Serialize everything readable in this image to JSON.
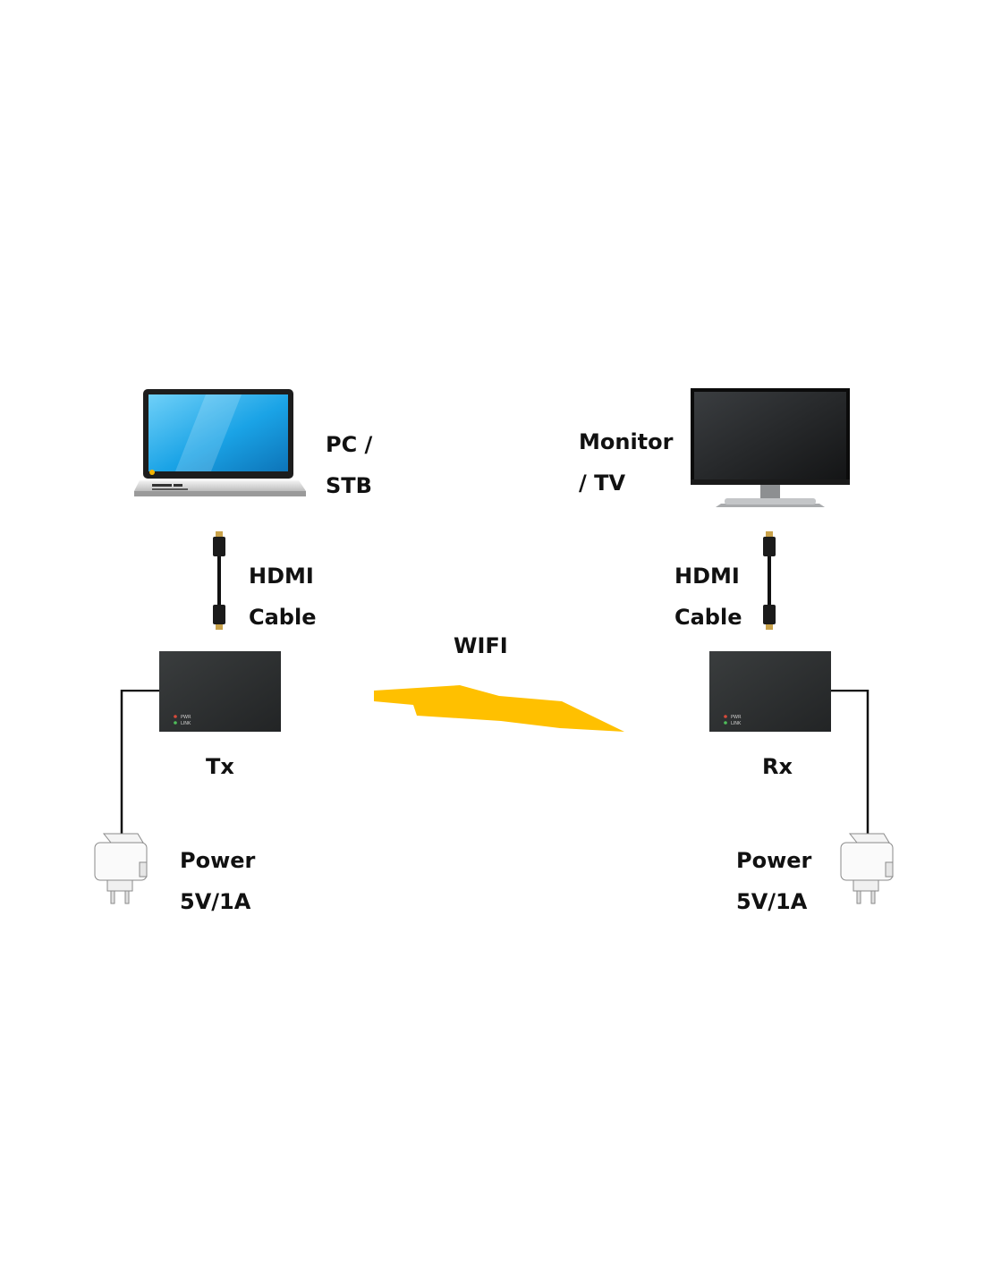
{
  "source": {
    "label_line1": "PC /",
    "label_line2": "STB"
  },
  "display": {
    "label_line1": "Monitor",
    "label_line2": "/ TV"
  },
  "hdmi_left": {
    "label_line1": "HDMI",
    "label_line2": "Cable"
  },
  "hdmi_right": {
    "label_line1": "HDMI",
    "label_line2": "Cable"
  },
  "wireless": {
    "label": "WIFI"
  },
  "transmitter": {
    "label": "Tx",
    "led_pwr": "PWR",
    "led_link": "LINK"
  },
  "receiver": {
    "label": "Rx",
    "led_pwr": "PWR",
    "led_link": "LINK"
  },
  "power_left": {
    "label_line1": "Power",
    "label_line2": "5V/1A"
  },
  "power_right": {
    "label_line1": "Power",
    "label_line2": "5V/1A"
  },
  "colors": {
    "wifi_bolt": "#FFC000",
    "box_body": "#2b2d2e",
    "wire": "#111111",
    "screen_blue": "#21a7e6"
  }
}
